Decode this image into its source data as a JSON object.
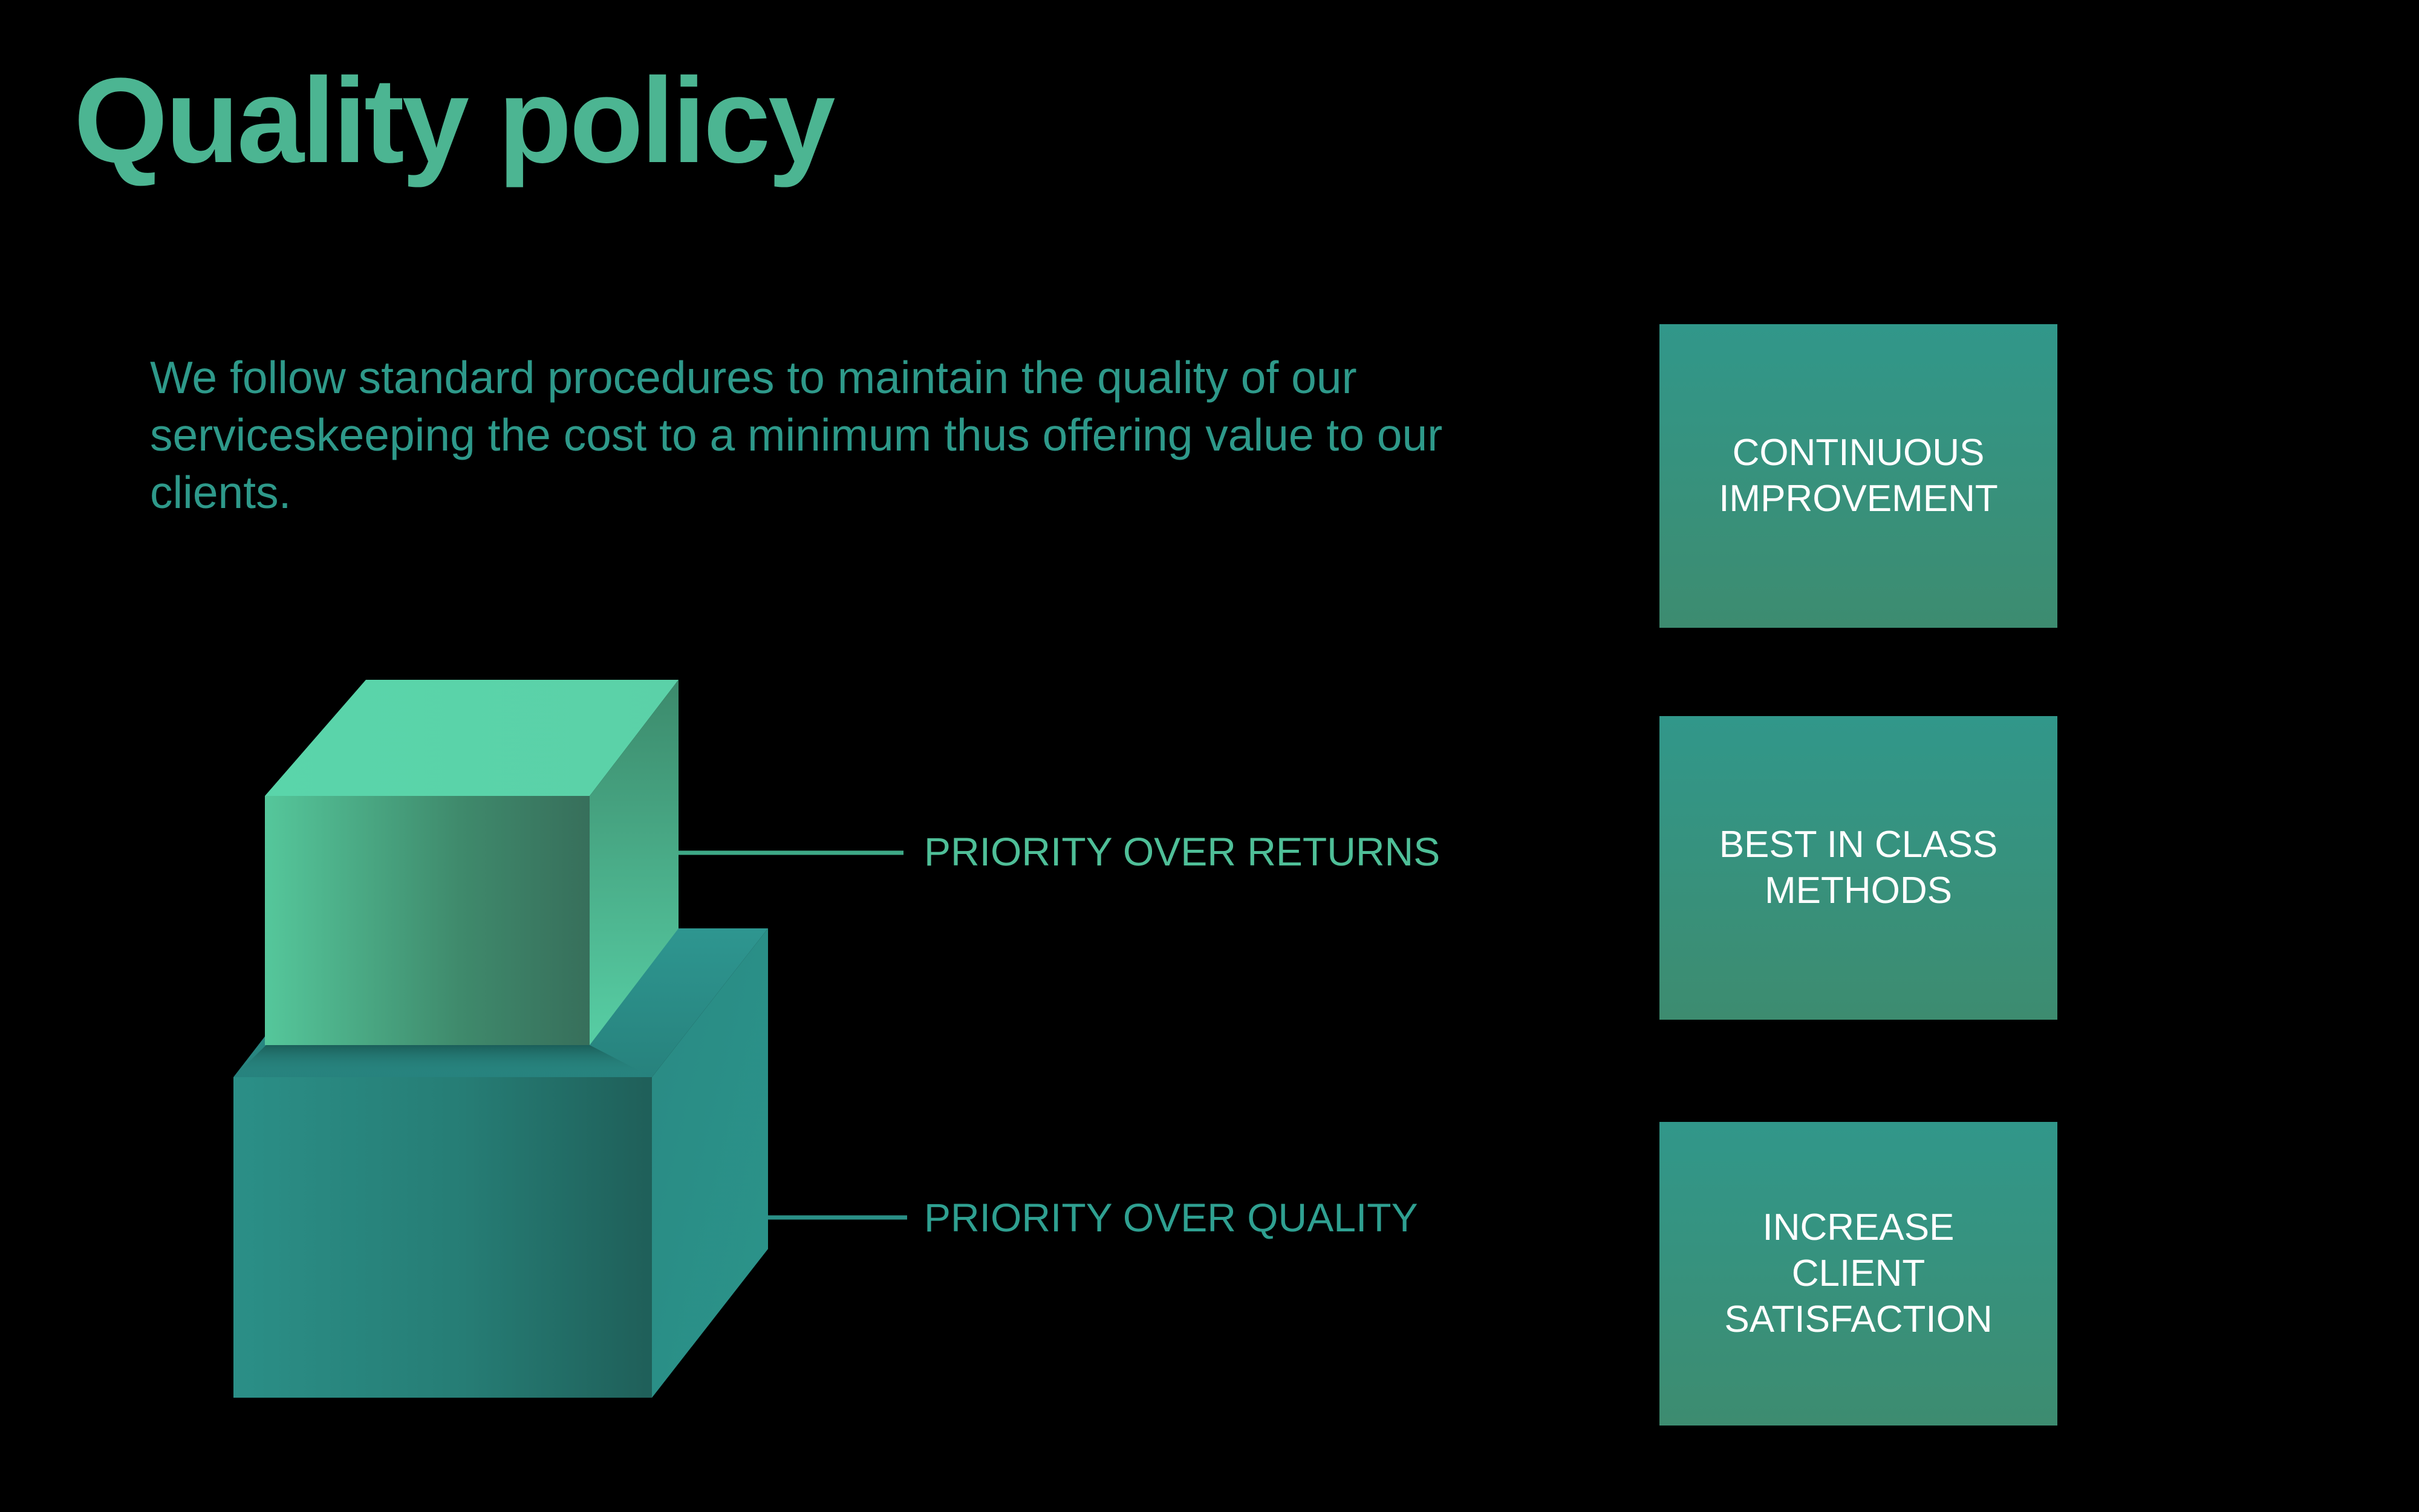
{
  "slide": {
    "title": "Quality policy",
    "intro": "We follow standard procedures to maintain the quality of our serviceskeeping the cost to a minimum thus offering value to our clients."
  },
  "pyramid": {
    "top_label": "PRIORITY OVER RETURNS",
    "bottom_label": "PRIORITY OVER QUALITY"
  },
  "policy_boxes": [
    {
      "text": "CONTINUOUS\nIMPROVEMENT"
    },
    {
      "text": "BEST IN CLASS\nMETHODS"
    },
    {
      "text": "INCREASE\nCLIENT\nSATISFACTION"
    }
  ],
  "colors": {
    "background": "#000000",
    "title": "#4cb592",
    "body_text": "#2e998a",
    "top_cube": "#5bd3a9",
    "bottom_cube": "#2e948a",
    "box_fill": "#34917f",
    "box_text": "#ffffff"
  }
}
